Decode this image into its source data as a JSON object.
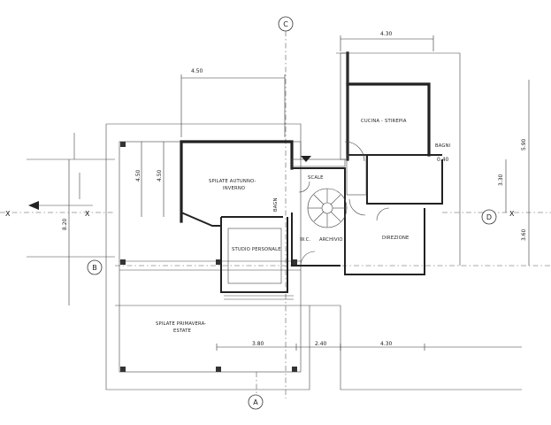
{
  "axes": {
    "top": "C",
    "left": "B",
    "right": "D",
    "bottom": "A",
    "cut_left": "X",
    "cut_left_inner": "X",
    "cut_right": "X"
  },
  "rooms": {
    "living_autumn": "SPILATE AUTUNNO-",
    "living_autumn_sub": "INVERNO",
    "living_spring": "SPILATE PRIMAVERA-",
    "living_spring_sub": "ESTATE",
    "kitchen": "CUCINA - STIREPIA",
    "study": "STUDIO PERSONALE",
    "archive": "ARCHIVIO",
    "office": "DIREZIONE",
    "bath": "BAGNI",
    "stair": "SCALE",
    "wc": "W.C.",
    "bath2": "BAGN"
  },
  "dimensions": {
    "top_left": "4.50",
    "top_right": "4.30",
    "left_v1": "4.50",
    "left_v2": "4.50",
    "left_v3": "8.20",
    "right_v1": "5.90",
    "right_v2": "3.30",
    "right_v3": "3.60",
    "bottom_1": "3.80",
    "bottom_2": "2.40",
    "bottom_3": "4.30",
    "small": "0.40"
  },
  "colors": {
    "ink": "#222222",
    "paper": "#ffffff"
  }
}
